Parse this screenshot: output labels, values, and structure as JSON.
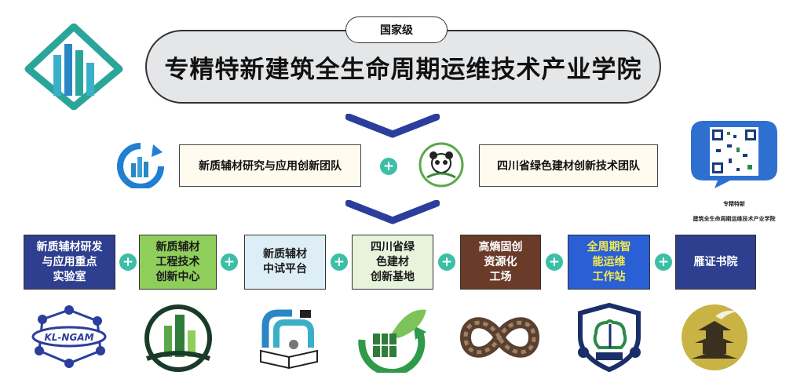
{
  "header": {
    "badge": "国家级",
    "title": "专精特新建筑全生命周期运维技术产业学院"
  },
  "teams": [
    {
      "label": "新质辅材研究与应用创新团队"
    },
    {
      "label": "四川省绿色建材创新技术团队"
    }
  ],
  "plus_symbol": "+",
  "qr": {
    "caption_line1": "专精特新",
    "caption_line2": "建筑全生命周期运维技术产业学院"
  },
  "cards": [
    {
      "label": "新质辅材研发\n与应用重点\n实验室",
      "bg": "#2e3f8f",
      "fg": "#ffffff"
    },
    {
      "label": "新质辅材\n工程技术\n创新中心",
      "bg": "#8fce5a",
      "fg": "#1a1a1a"
    },
    {
      "label": "新质辅材\n中试平台",
      "bg": "#ddeef6",
      "fg": "#1a1a1a"
    },
    {
      "label": "四川省绿\n色建材\n创新基地",
      "bg": "#e8f3dc",
      "fg": "#1a1a1a"
    },
    {
      "label": "高熵固创\n资源化\n工场",
      "bg": "#6b3b2a",
      "fg": "#ffffff"
    },
    {
      "label": "全周期智\n能运维\n工作站",
      "bg": "#2a5fd6",
      "fg": "#f2e94e"
    },
    {
      "label": "雁证书院",
      "bg": "#2e3f8f",
      "fg": "#ffffff"
    }
  ],
  "icons": [
    {
      "name": "kl-ngam-network-icon",
      "text": "KL-NGAM"
    },
    {
      "name": "green-building-icon"
    },
    {
      "name": "pipeline-book-icon"
    },
    {
      "name": "green-box-leaf-icon"
    },
    {
      "name": "infinity-chain-icon"
    },
    {
      "name": "brain-shield-icon"
    },
    {
      "name": "pavilion-crane-icon"
    }
  ],
  "colors": {
    "accent_teal": "#3bbfa6",
    "chevron_navy": "#2c3e9c",
    "logo_teal": "#2aa59a"
  }
}
